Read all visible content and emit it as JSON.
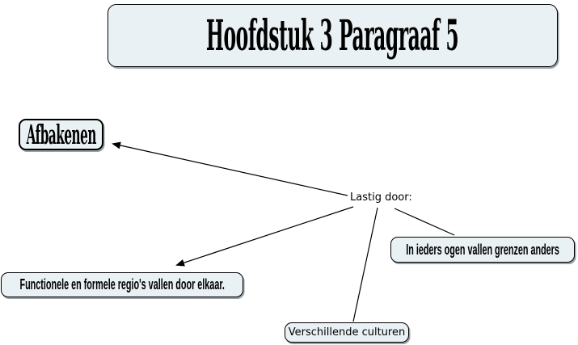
{
  "diagram": {
    "title": "Hoofdstuk 3 Paragraaf 5",
    "nodes": {
      "afbakenen": {
        "label": "Afbakenen"
      },
      "lastig_door": {
        "label": "Lastig door:"
      },
      "in_ieders": {
        "label": "In ieders ogen vallen grenzen anders"
      },
      "functionele": {
        "label": "Functionele en formele regio's vallen door elkaar."
      },
      "verschillende": {
        "label": "Verschillende culturen"
      }
    },
    "edges": [
      {
        "from": "lastig_door",
        "to": "afbakenen",
        "arrowhead": true
      },
      {
        "from": "lastig_door",
        "to": "functionele",
        "arrowhead": true
      },
      {
        "from": "lastig_door",
        "to": "verschillende",
        "arrowhead": false
      },
      {
        "from": "lastig_door",
        "to": "in_ieders",
        "arrowhead": false
      }
    ],
    "colors": {
      "node_fill": "#eaf1f4",
      "node_border": "#000000",
      "line": "#000000",
      "background": "#ffffff"
    }
  }
}
